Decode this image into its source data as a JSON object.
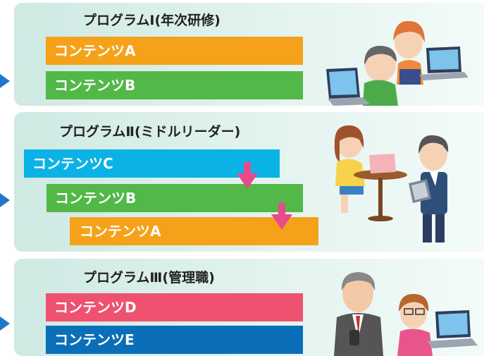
{
  "programs": [
    {
      "title": "プログラムⅠ(年次研修)",
      "contents": [
        {
          "label": "コンテンツA",
          "color": "#f5a21a"
        },
        {
          "label": "コンテンツB",
          "color": "#52b848"
        }
      ]
    },
    {
      "title": "プログラムⅡ(ミドルリーダー)",
      "contents": [
        {
          "label": "コンテンツC",
          "color": "#0bb2e6"
        },
        {
          "label": "コンテンツB",
          "color": "#52b848"
        },
        {
          "label": "コンテンツA",
          "color": "#f5a21a"
        }
      ]
    },
    {
      "title": "プログラムⅢ(管理職)",
      "contents": [
        {
          "label": "コンテンツD",
          "color": "#ef5170"
        },
        {
          "label": "コンテンツE",
          "color": "#0a6fb8"
        }
      ]
    }
  ],
  "colors": {
    "arrow_side": "#1f78c8",
    "arrow_down": "#e84a8c"
  },
  "icons": [
    "people-at-laptops-illustration",
    "woman-at-table-and-man-with-tablet-illustration",
    "manager-and-woman-at-laptop-illustration"
  ]
}
